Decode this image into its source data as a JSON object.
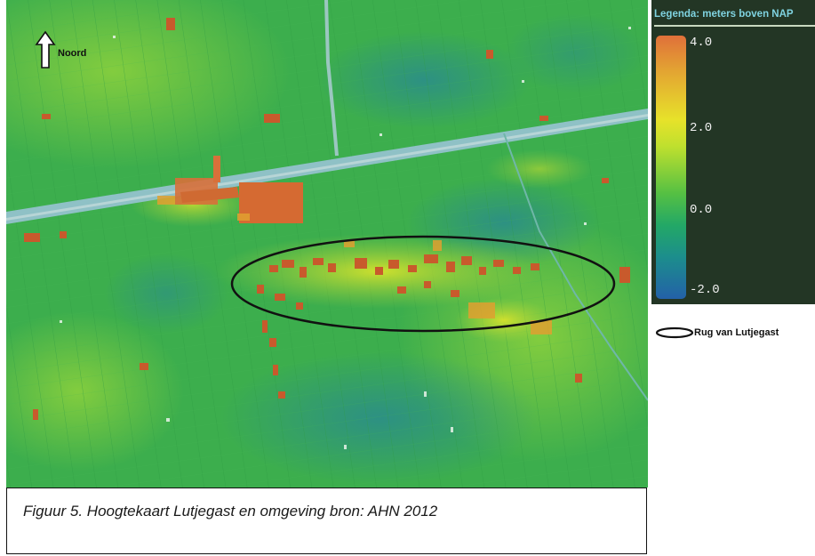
{
  "map": {
    "north_label": "Noord",
    "ridge_label": "Rug van Lutjegast"
  },
  "legend": {
    "title": "Legenda: meters boven NAP",
    "ticks": [
      "4.0",
      "2.0",
      "0.0",
      "-2.0"
    ],
    "colors": {
      "high": "#e0703a",
      "upper": "#e7e22a",
      "mid": "#55c043",
      "lower": "#1c8e8c",
      "low": "#2361a8"
    }
  },
  "caption": {
    "text": "Figuur 5. Hoogtekaart Lutjegast en omgeving bron: AHN 2012"
  }
}
